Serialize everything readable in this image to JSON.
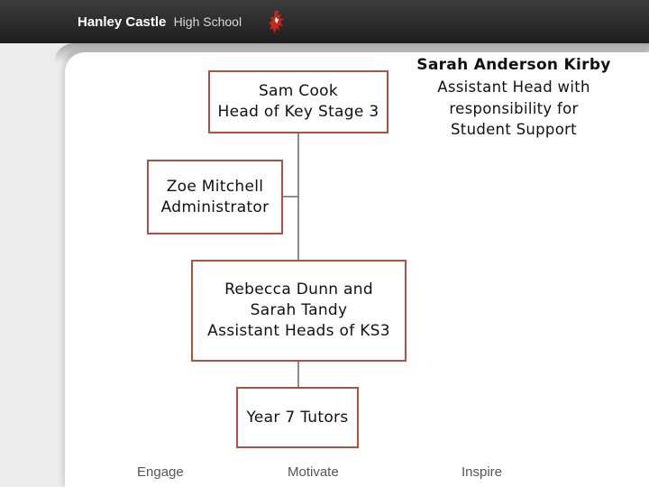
{
  "header": {
    "school_bold": "Hanley Castle",
    "school_light": "High School",
    "crest_icon": "castle-crest-icon",
    "bar_color": "#2b2b2b",
    "accent_color": "#c8281e"
  },
  "org_chart": {
    "border_color": "#b0503e",
    "boxes": {
      "head": "Sam Cook\nHead of Key Stage 3",
      "admin": "Zoe Mitchell\nAdministrator",
      "assistants": "Rebecca Dunn and\nSarah Tandy\nAssistant Heads of KS3",
      "tutors": "Year 7 Tutors"
    },
    "side_note": {
      "name": "Sarah Anderson Kirby",
      "role": "Assistant Head with\nresponsibility for\nStudent Support"
    }
  },
  "footer": {
    "left": "Engage",
    "center": "Motivate",
    "right": "Inspire"
  }
}
